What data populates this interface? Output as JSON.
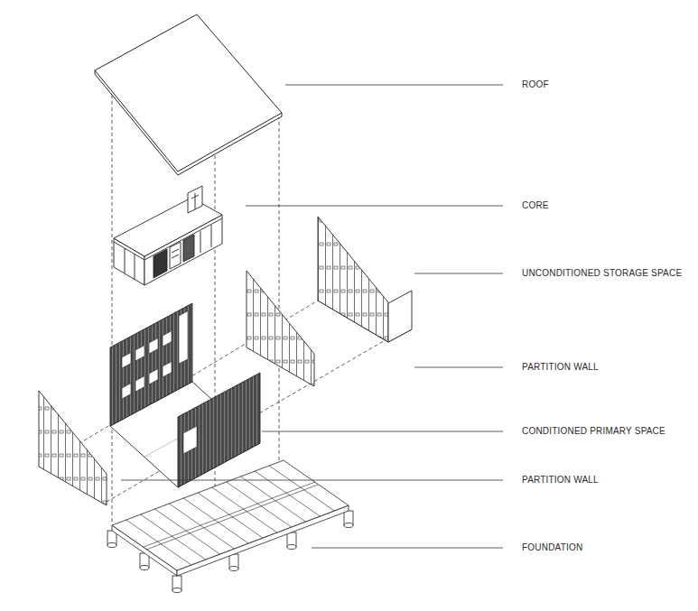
{
  "diagram": {
    "labels": [
      "ROOF",
      "CORE",
      "UNCONDITIONED STORAGE SPACE",
      "PARTITION WALL",
      "CONDITIONED PRIMARY SPACE",
      "PARTITION WALL",
      "FOUNDATION"
    ]
  }
}
